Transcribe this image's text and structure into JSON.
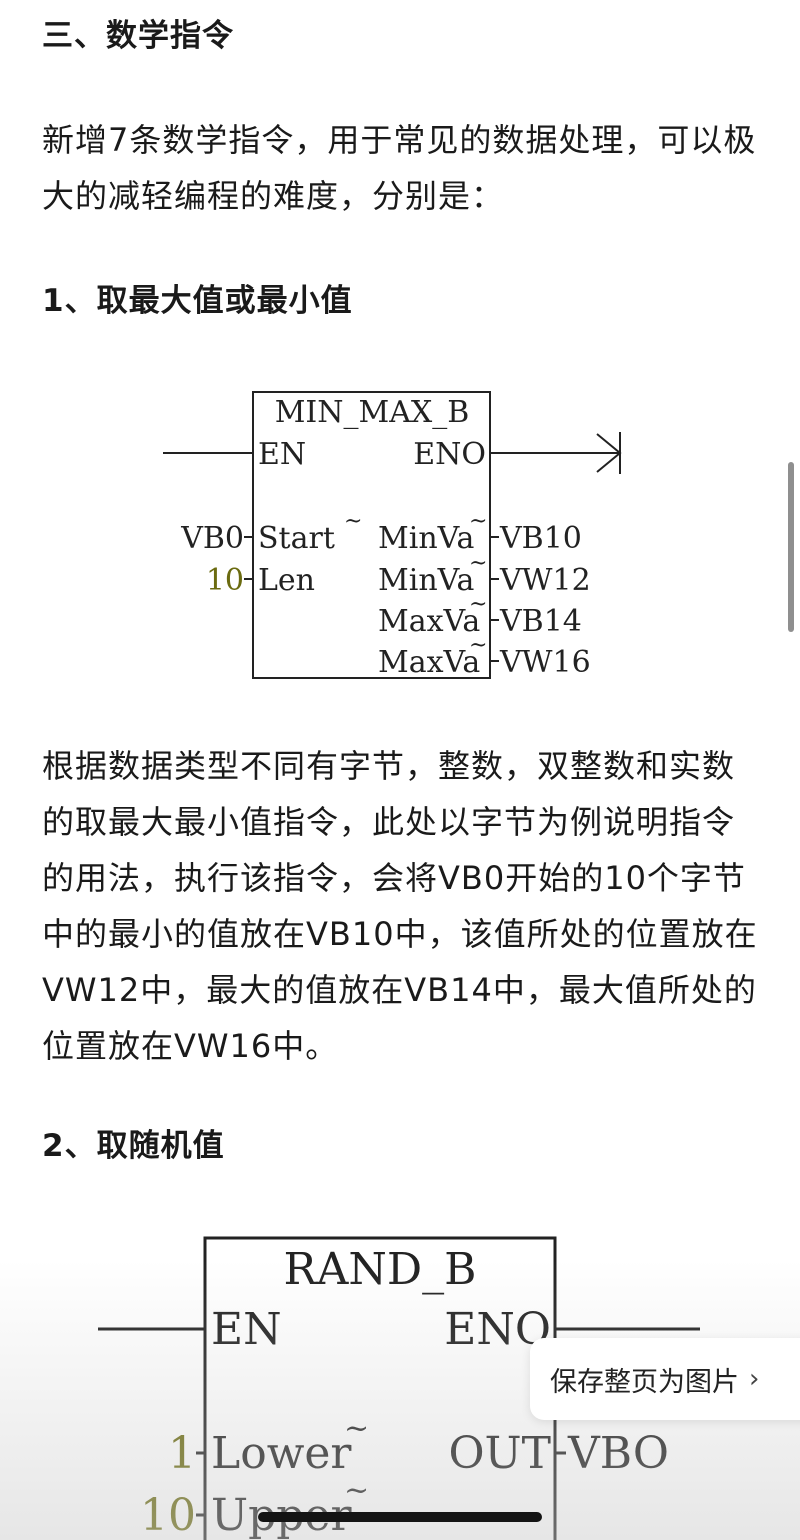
{
  "section_title": "三、数学指令",
  "intro": "新增7条数学指令，用于常见的数据处理，可以极大的减轻编程的难度，分别是：",
  "item1_title": "1、取最大值或最小值",
  "diagram1": {
    "name": "MIN_MAX_B",
    "en": "EN",
    "eno": "ENO",
    "inputs": [
      {
        "operand": "VB0",
        "pin": "Start"
      },
      {
        "operand": "10",
        "pin": "Len"
      }
    ],
    "outputs": [
      {
        "pin": "MinVa",
        "operand": "VB10"
      },
      {
        "pin": "MinVa",
        "operand": "VW12"
      },
      {
        "pin": "MaxVa",
        "operand": "VB14"
      },
      {
        "pin": "MaxVa",
        "operand": "VW16"
      }
    ],
    "tilde": "~",
    "constant_color": "#6b6b10"
  },
  "paragraph1": "根据数据类型不同有字节，整数，双整数和实数的取最大最小值指令，此处以字节为例说明指令的用法，执行该指令，会将VB0开始的10个字节中的最小的值放在VB10中，该值所处的位置放在VW12中，最大的值放在VB14中，最大值所处的位置放在VW16中。",
  "item2_title": "2、取随机值",
  "diagram2": {
    "name": "RAND_B",
    "en": "EN",
    "eno": "ENO",
    "inputs": [
      {
        "operand": "1",
        "pin": "Lower"
      },
      {
        "operand": "10",
        "pin": "Upper"
      }
    ],
    "output": {
      "pin": "OUT",
      "operand": "VBO"
    },
    "tilde": "~"
  },
  "save_button": {
    "label": "保存整页为图片",
    "icon": "chevron-right-icon"
  }
}
